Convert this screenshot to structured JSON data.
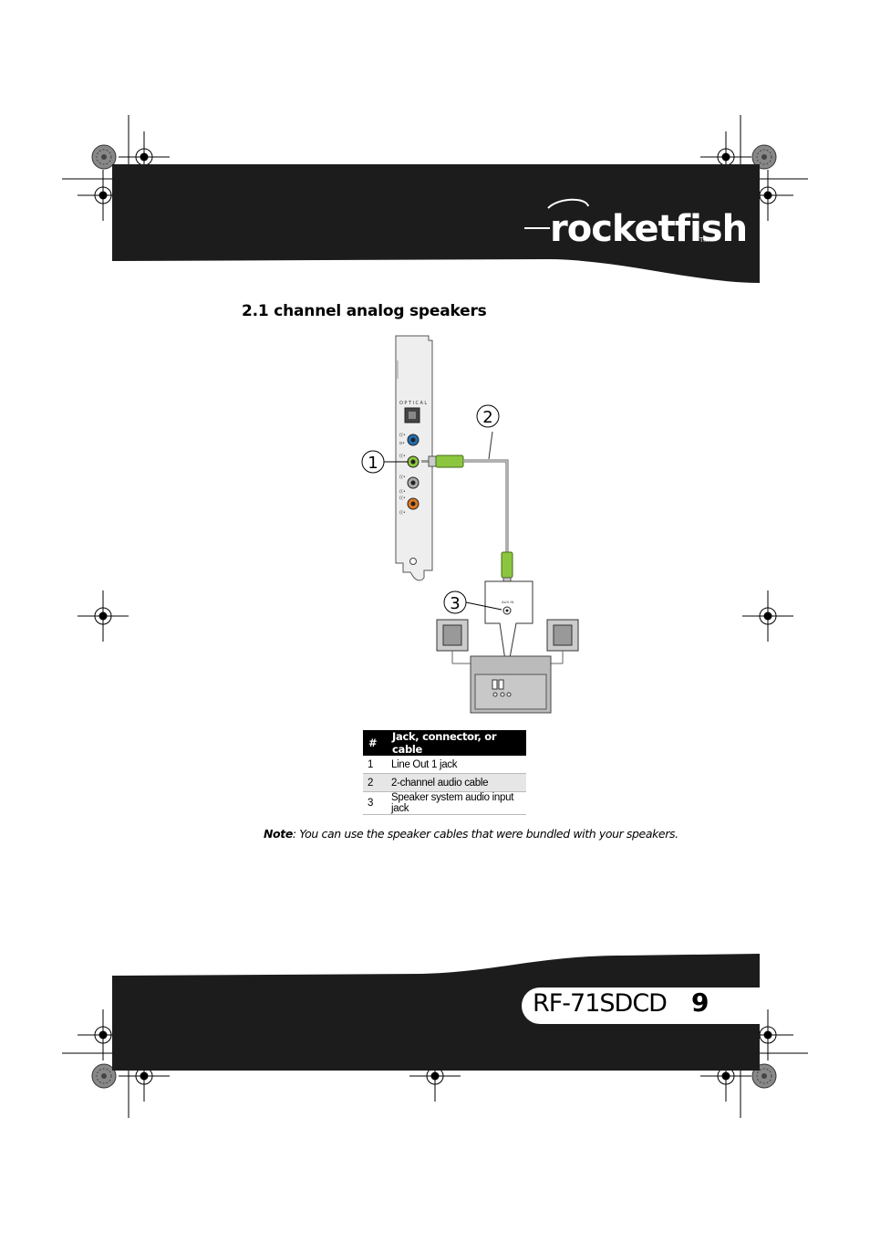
{
  "header": {
    "brand": "rocketfish",
    "trademark": "TM"
  },
  "section": {
    "title": "2.1 channel analog speakers"
  },
  "diagram": {
    "callouts": [
      "1",
      "2",
      "3"
    ],
    "card_label": "OPTICAL"
  },
  "table": {
    "headers": [
      "#",
      "Jack, connector, or cable"
    ],
    "rows": [
      {
        "num": "1",
        "desc": "Line Out 1 jack"
      },
      {
        "num": "2",
        "desc": "2-channel audio cable"
      },
      {
        "num": "3",
        "desc": "Speaker system audio input jack"
      }
    ]
  },
  "note": {
    "label": "Note",
    "text": ": You can use the speaker cables that were bundled with your speakers."
  },
  "footer": {
    "model": "RF-71SDCD",
    "page_number": "9"
  },
  "colors": {
    "banner": "#1c1c1c",
    "line_out_green": "#8cc63f",
    "blue_jack": "#1f6fb2",
    "orange_jack": "#e07b20"
  }
}
